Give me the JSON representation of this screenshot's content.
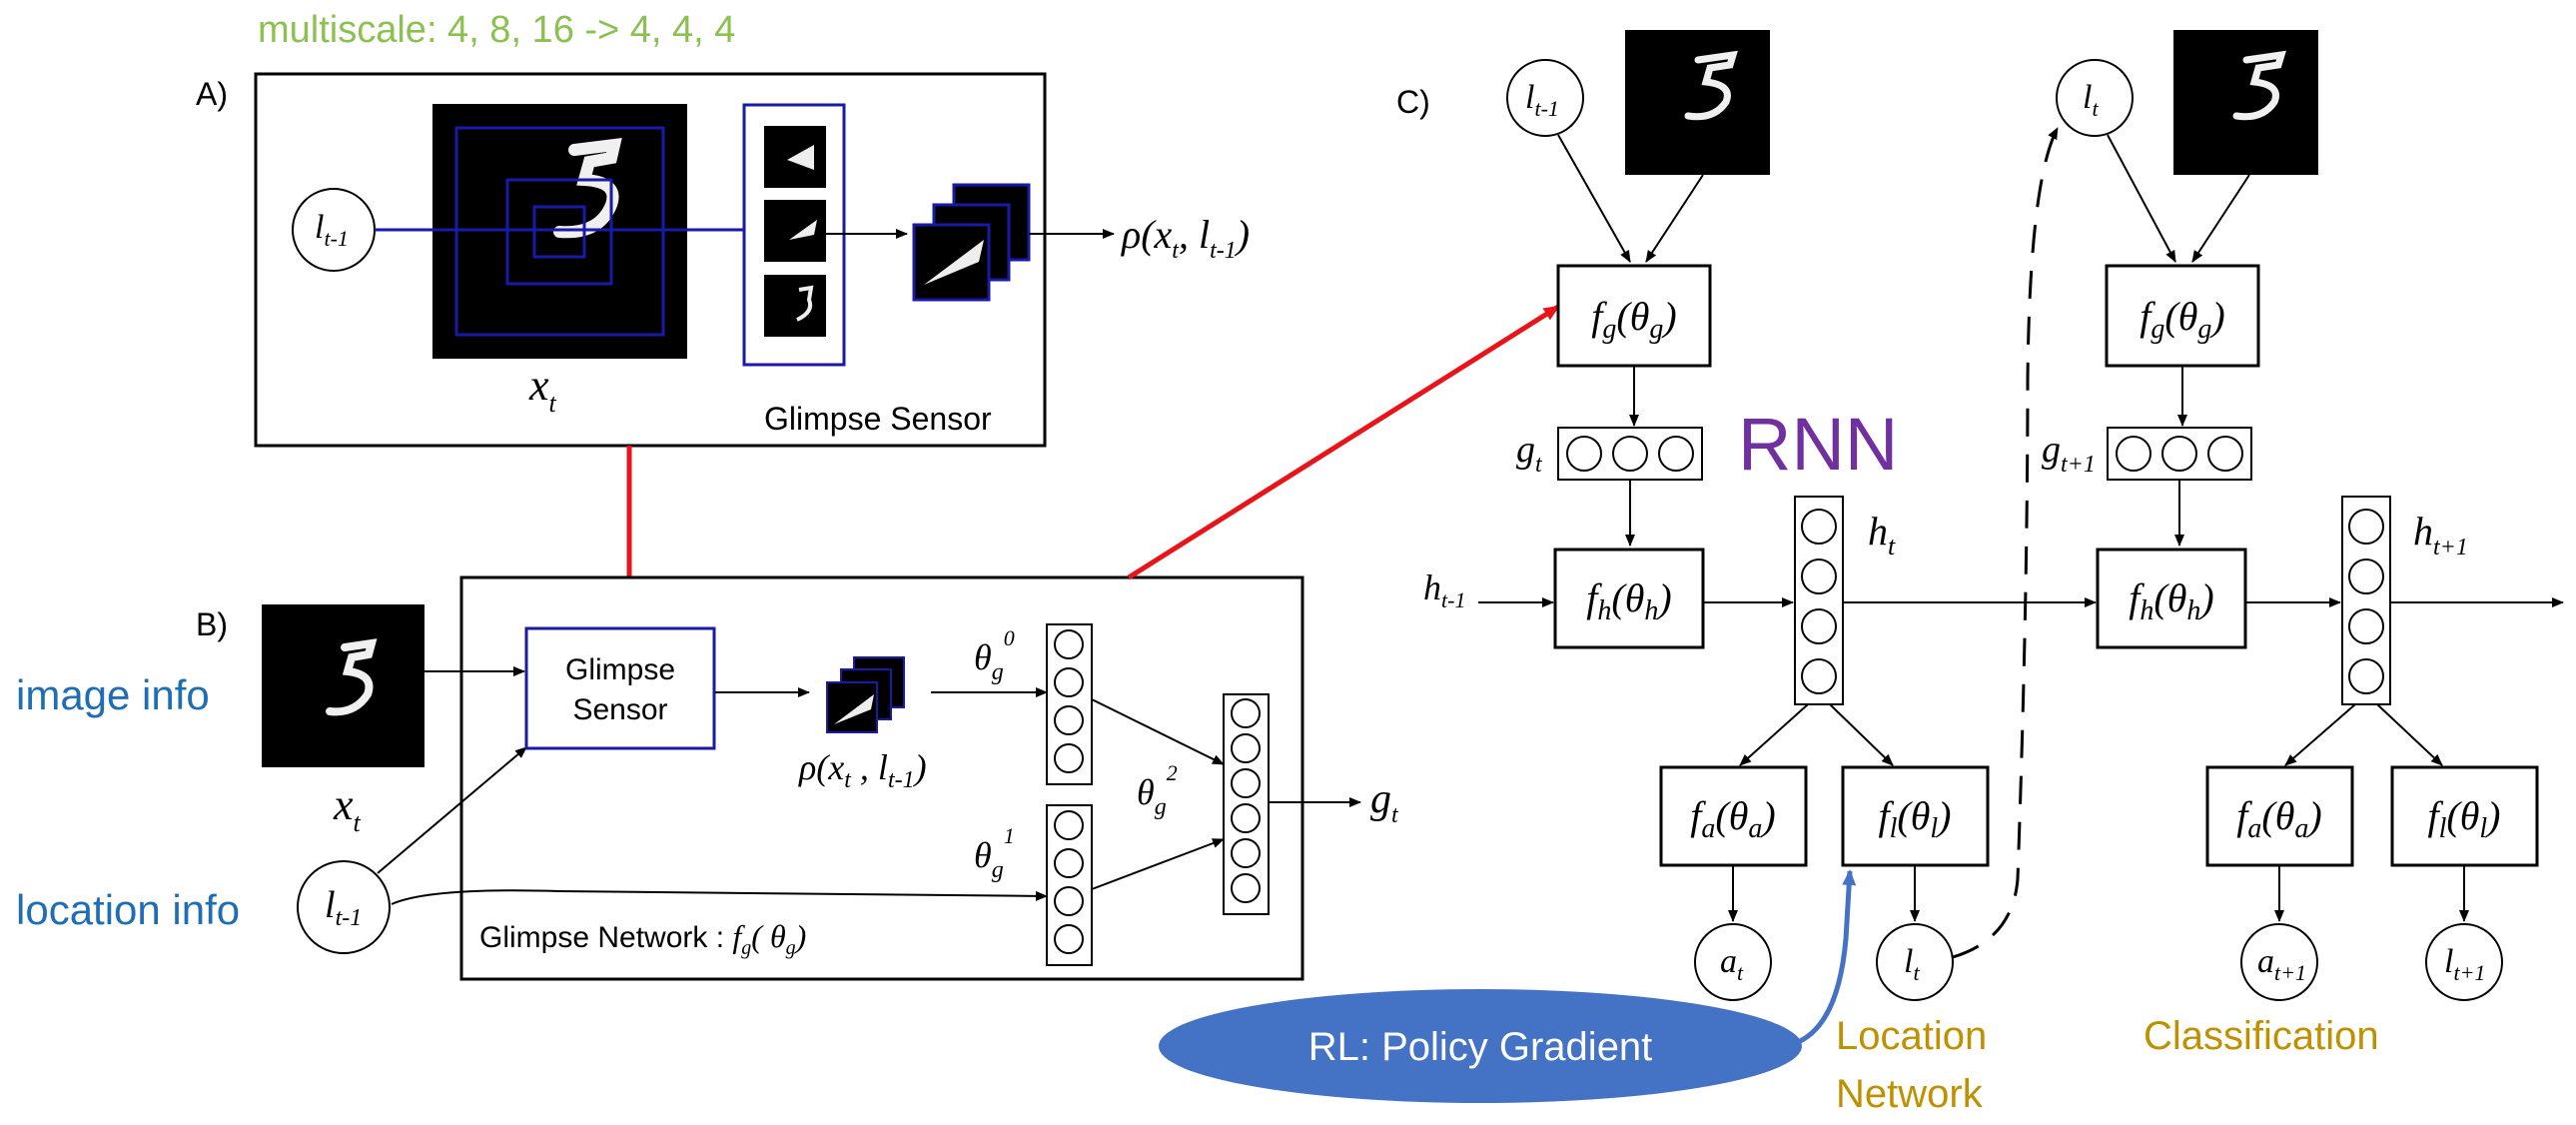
{
  "header": {
    "multiscale": "multiscale: 4, 8, 16 -> 4, 4, 4"
  },
  "colors": {
    "green": "#8cc152",
    "blue_text": "#1f6eb5",
    "purple": "#7030a0",
    "gold": "#bf9000",
    "red": "#e8141a",
    "ellipse": "#4472c4",
    "sensor_blue": "#1a1aa8"
  },
  "panel_a": {
    "label": "A)",
    "l_prev": "l",
    "l_prev_sub": "t-1",
    "x": "x",
    "x_sub": "t",
    "rho": "ρ(x",
    "rho_sub_t": "t",
    "rho_mid": ", l",
    "rho_sub_l": "t-1",
    "rho_end": ")",
    "caption": "Glimpse Sensor"
  },
  "panel_b": {
    "label": "B)",
    "image_info": "image info",
    "location_info": "location info",
    "x": "x",
    "x_sub": "t",
    "l": "l",
    "l_sub": "t-1",
    "sensor_line1": "Glimpse",
    "sensor_line2": "Sensor",
    "rho": "ρ(x",
    "rho_sub_t": "t",
    "rho_mid": " , l",
    "rho_sub_l": "t-1",
    "rho_end": ")",
    "theta0": "θ",
    "theta0_sub": "g",
    "theta0_sup": "0",
    "theta1": "θ",
    "theta1_sub": "g",
    "theta1_sup": "1",
    "theta2": "θ",
    "theta2_sub": "g",
    "theta2_sup": "2",
    "g": "g",
    "g_sub": "t",
    "caption": "Glimpse Network : ",
    "caption_f": "f",
    "caption_f_sub": "g",
    "caption_args": "( θ",
    "caption_args_sub": "g",
    "caption_end": ")"
  },
  "panel_c": {
    "label": "C)",
    "rnn": "RNN",
    "l_prev": "l",
    "l_prev_sub": "t-1",
    "l_t_top": "l",
    "l_t_top_sub": "t",
    "fg_left": "f",
    "fg_left_sub": "g",
    "fg_left_args": "(θ",
    "fg_left_args_sub": "g",
    "fg_left_end": ")",
    "fg_right": "f",
    "fg_right_sub": "g",
    "fg_right_args": "(θ",
    "fg_right_args_sub": "g",
    "fg_right_end": ")",
    "g_t": "g",
    "g_t_sub": "t",
    "g_t1": "g",
    "g_t1_sub": "t+1",
    "h_prev": "h",
    "h_prev_sub": "t-1",
    "h_t": "h",
    "h_t_sub": "t",
    "h_t1": "h",
    "h_t1_sub": "t+1",
    "fh_left": "f",
    "fh_left_sub": "h",
    "fh_left_args": "(θ",
    "fh_left_args_sub": "h",
    "fh_left_end": ")",
    "fh_right": "f",
    "fh_right_sub": "h",
    "fh_right_args": "(θ",
    "fh_right_args_sub": "h",
    "fh_right_end": ")",
    "fa_left": "f",
    "fa_left_sub": "a",
    "fa_left_args": "(θ",
    "fa_left_args_sub": "a",
    "fa_left_end": ")",
    "fl_left": "f",
    "fl_left_sub": "l",
    "fl_left_args": "(θ",
    "fl_left_args_sub": "l",
    "fl_left_end": ")",
    "fa_right": "f",
    "fa_right_sub": "a",
    "fa_right_args": "(θ",
    "fa_right_args_sub": "a",
    "fa_right_end": ")",
    "fl_right": "f",
    "fl_right_sub": "l",
    "fl_right_args": "(θ",
    "fl_right_args_sub": "l",
    "fl_right_end": ")",
    "a_t": "a",
    "a_t_sub": "t",
    "l_t": "l",
    "l_t_sub": "t",
    "a_t1": "a",
    "a_t1_sub": "t+1",
    "l_t1": "l",
    "l_t1_sub": "t+1",
    "rl": "RL: Policy Gradient",
    "location_line1": "Location",
    "location_line2": "Network",
    "classification": "Classification"
  }
}
